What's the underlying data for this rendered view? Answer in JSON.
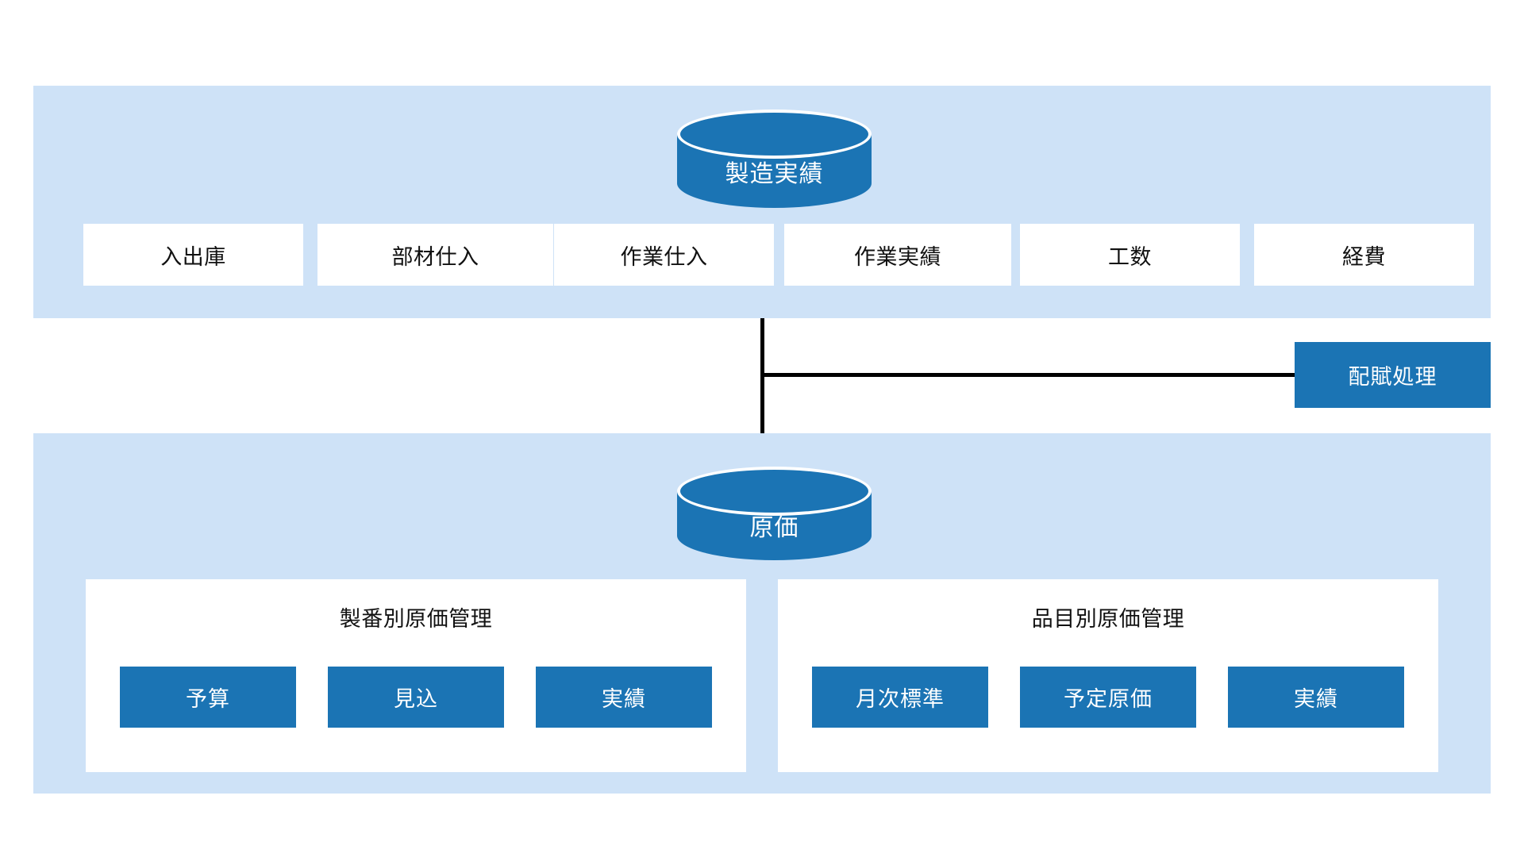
{
  "diagram": {
    "colors": {
      "panel_blue": "#CEE2F7",
      "accent_blue": "#1B74B4",
      "box_white": "#FFFFFF",
      "line_black": "#000000",
      "text_dark": "#111111"
    },
    "top_section": {
      "store": {
        "label": "製造実績",
        "icon": "database-cylinder-icon"
      },
      "sources": [
        {
          "label": "入出庫"
        },
        {
          "label": "部材仕入"
        },
        {
          "label": "作業仕入"
        },
        {
          "label": "作業実績"
        },
        {
          "label": "工数"
        },
        {
          "label": "経費"
        }
      ]
    },
    "middle_section": {
      "allocation": {
        "label": "配賦処理"
      },
      "flow": {
        "arrow": "down-arrow-icon"
      }
    },
    "bottom_section": {
      "store": {
        "label": "原価",
        "icon": "database-cylinder-icon"
      },
      "panels": [
        {
          "title": "製番別原価管理",
          "buttons": [
            {
              "label": "予算"
            },
            {
              "label": "見込"
            },
            {
              "label": "実績"
            }
          ]
        },
        {
          "title": "品目別原価管理",
          "buttons": [
            {
              "label": "月次標準"
            },
            {
              "label": "予定原価"
            },
            {
              "label": "実績"
            }
          ]
        }
      ]
    }
  }
}
